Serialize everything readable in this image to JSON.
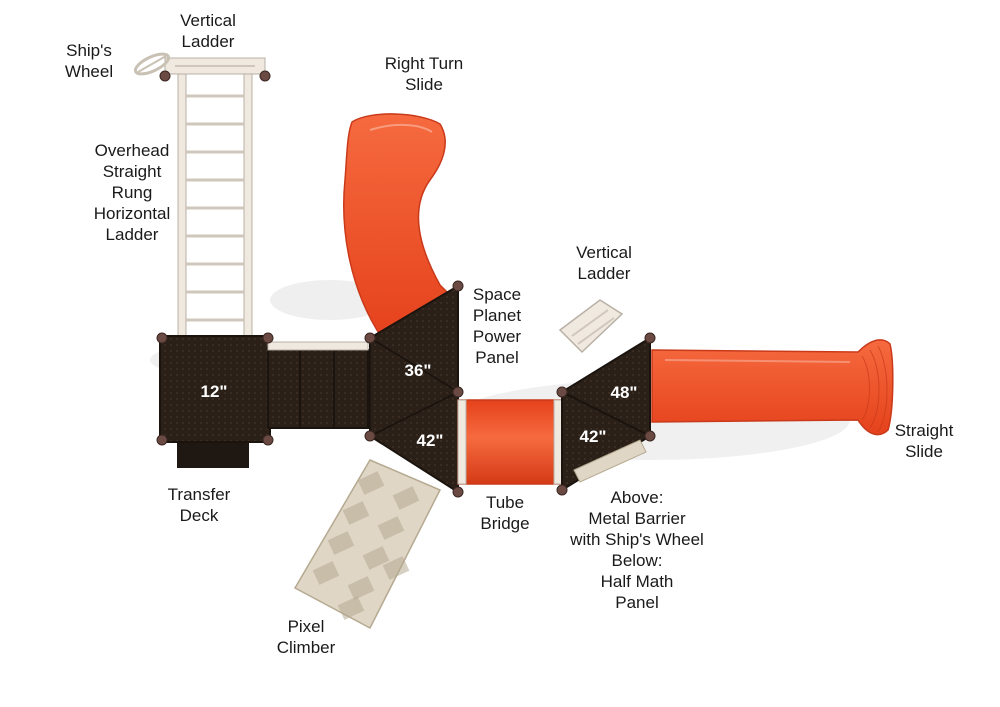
{
  "colors": {
    "slide": "#f2542d",
    "slide_dark": "#c93a1a",
    "deck": "#2b2018",
    "deck_edge": "#1a130e",
    "frame": "#efe9e0",
    "frame_line": "#b8b0a5",
    "post_cap": "#6b4a43",
    "climber": "#e0d6c6",
    "climber_dark": "#b5a990"
  },
  "labels": {
    "ships_wheel": [
      "Ship's",
      "Wheel"
    ],
    "vertical_ladder_top": [
      "Vertical",
      "Ladder"
    ],
    "overhead_ladder": [
      "Overhead",
      "Straight",
      "Rung",
      "Horizontal",
      "Ladder"
    ],
    "right_turn_slide": [
      "Right Turn",
      "Slide"
    ],
    "space_panel": [
      "Space",
      "Planet",
      "Power",
      "Panel"
    ],
    "vertical_ladder_right": [
      "Vertical",
      "Ladder"
    ],
    "straight_slide": [
      "Straight",
      "Slide"
    ],
    "transfer_deck": [
      "Transfer",
      "Deck"
    ],
    "tube_bridge": [
      "Tube",
      "Bridge"
    ],
    "barrier_panel": [
      "Above:",
      "Metal Barrier",
      "with Ship's Wheel",
      "Below:",
      "Half Math",
      "Panel"
    ],
    "pixel_climber": [
      "Pixel",
      "Climber"
    ]
  },
  "deck_heights": {
    "transfer": "12\"",
    "left_upper": "36\"",
    "left_lower": "42\"",
    "right_upper": "48\"",
    "right_lower": "42\""
  }
}
